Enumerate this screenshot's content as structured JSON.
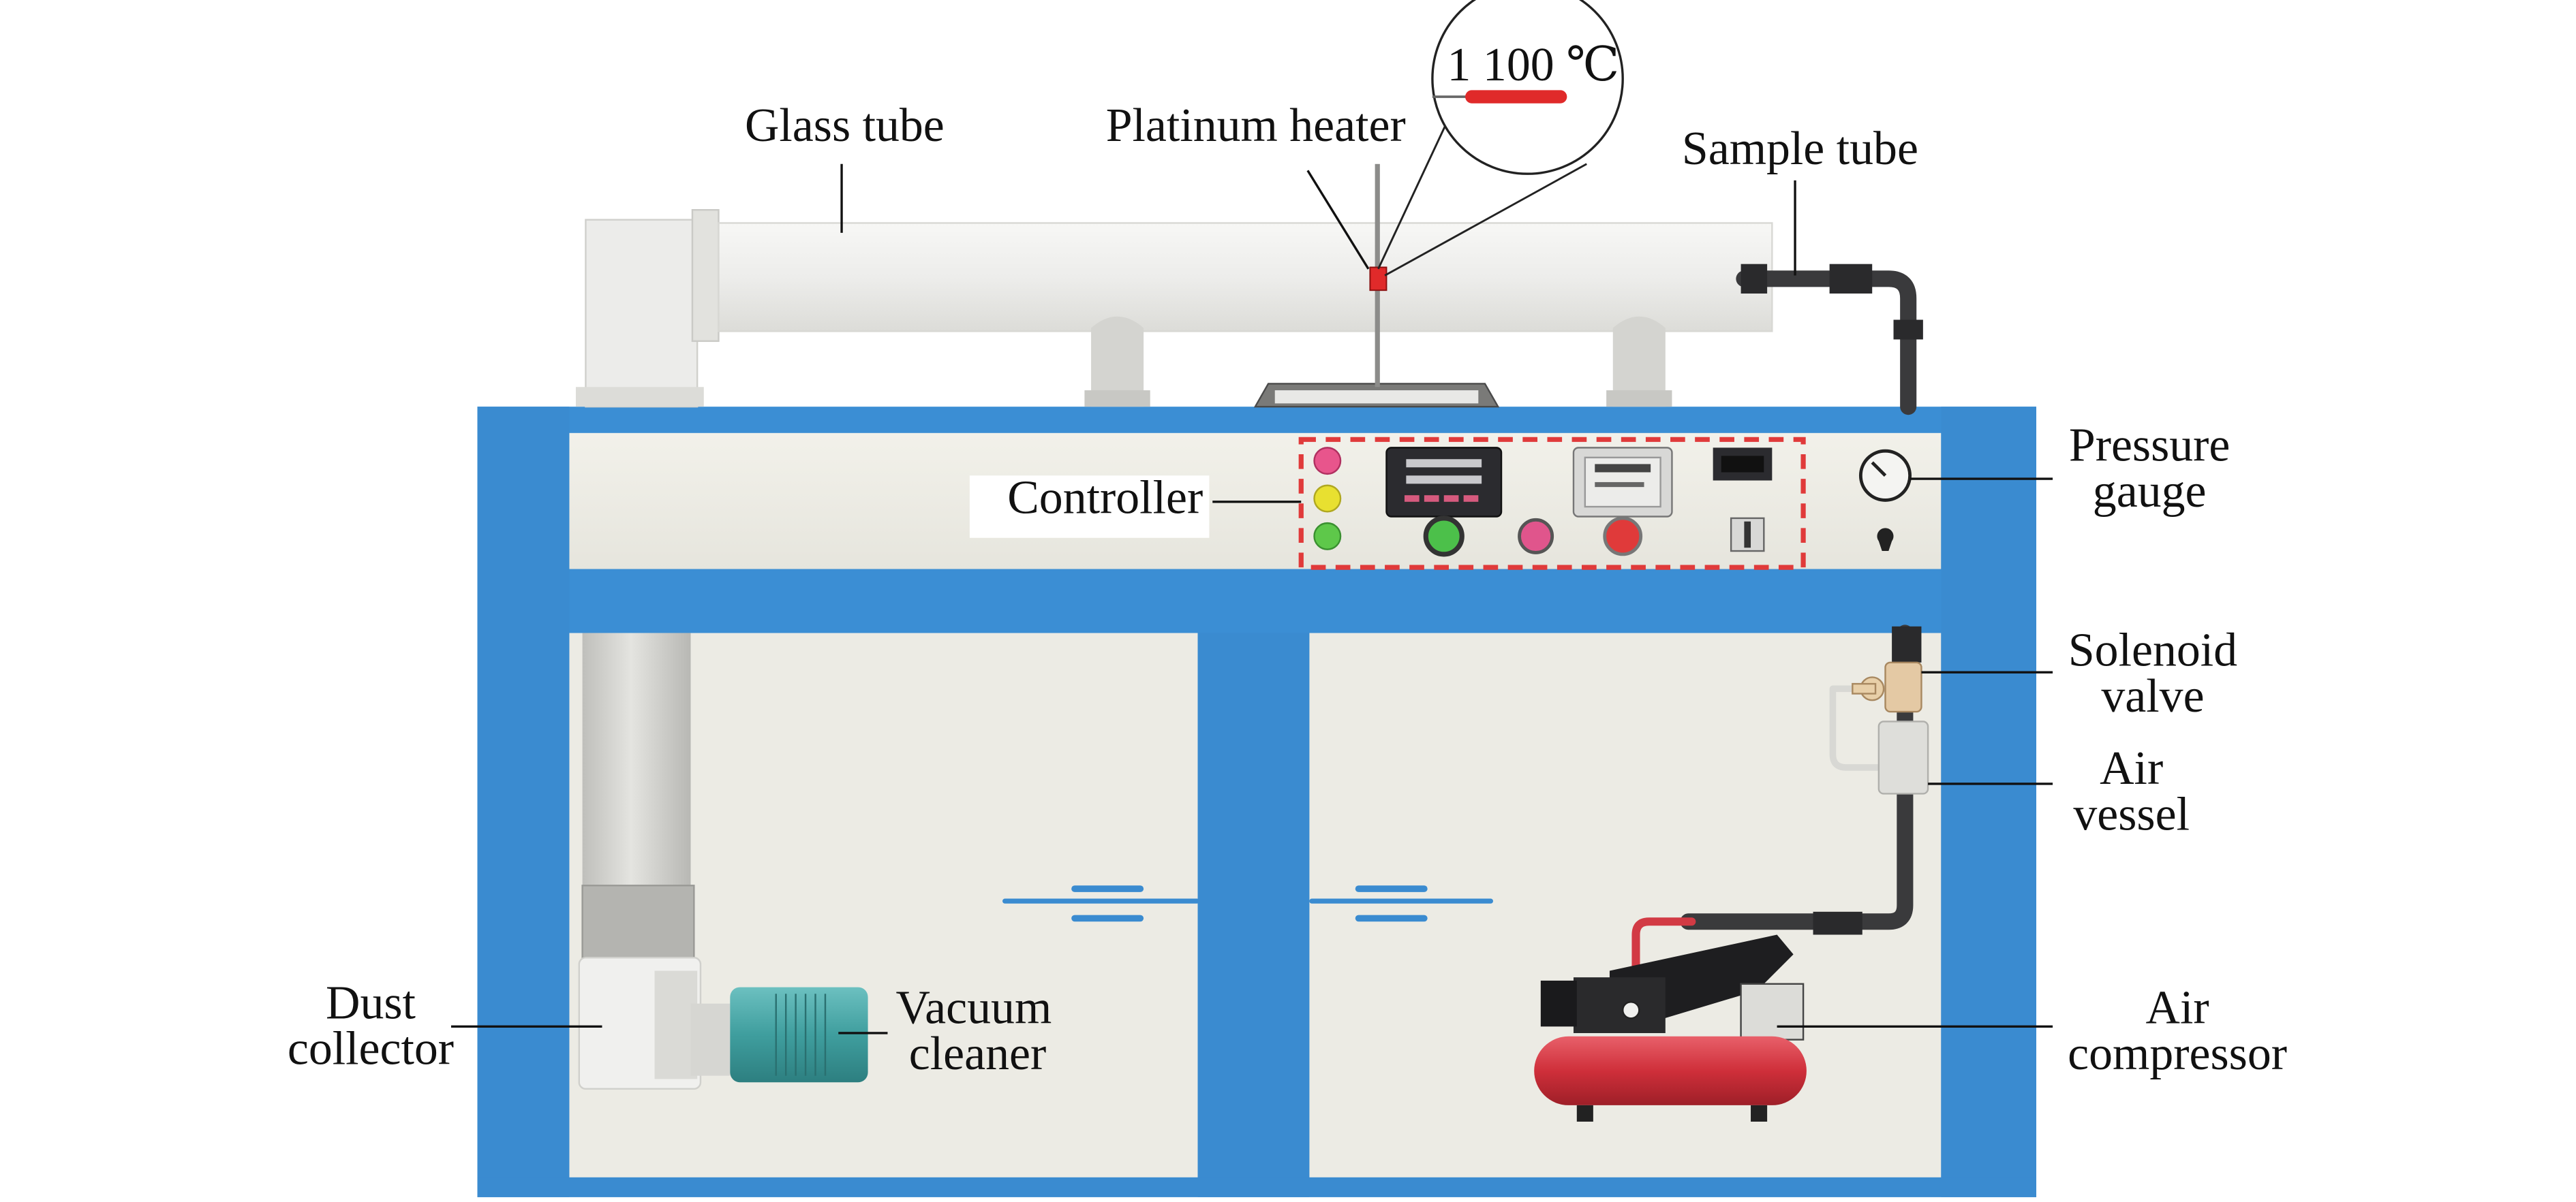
{
  "labels": {
    "glass_tube": "Glass tube",
    "platinum_heater": "Platinum heater",
    "sample_tube": "Sample tube",
    "controller": "Controller",
    "pressure_gauge_1": "Pressure",
    "pressure_gauge_2": "gauge",
    "solenoid_valve_1": "Solenoid",
    "solenoid_valve_2": "valve",
    "air_vessel_1": "Air",
    "air_vessel_2": "vessel",
    "dust_collector_1": "Dust",
    "dust_collector_2": "collector",
    "vacuum_cleaner_1": "Vacuum",
    "vacuum_cleaner_2": "cleaner",
    "air_compressor_1": "Air",
    "air_compressor_2": "compressor"
  },
  "inset": {
    "temperature": "1 100 ℃"
  },
  "colors": {
    "frame_blue": "#3a8bd0",
    "cabinet_panel": "#ecebe4",
    "controller_outline": "#e03a3a",
    "compressor_red": "#d23a44",
    "vacuum_teal": "#4aa4a4",
    "heater_red": "#e02a2a"
  }
}
